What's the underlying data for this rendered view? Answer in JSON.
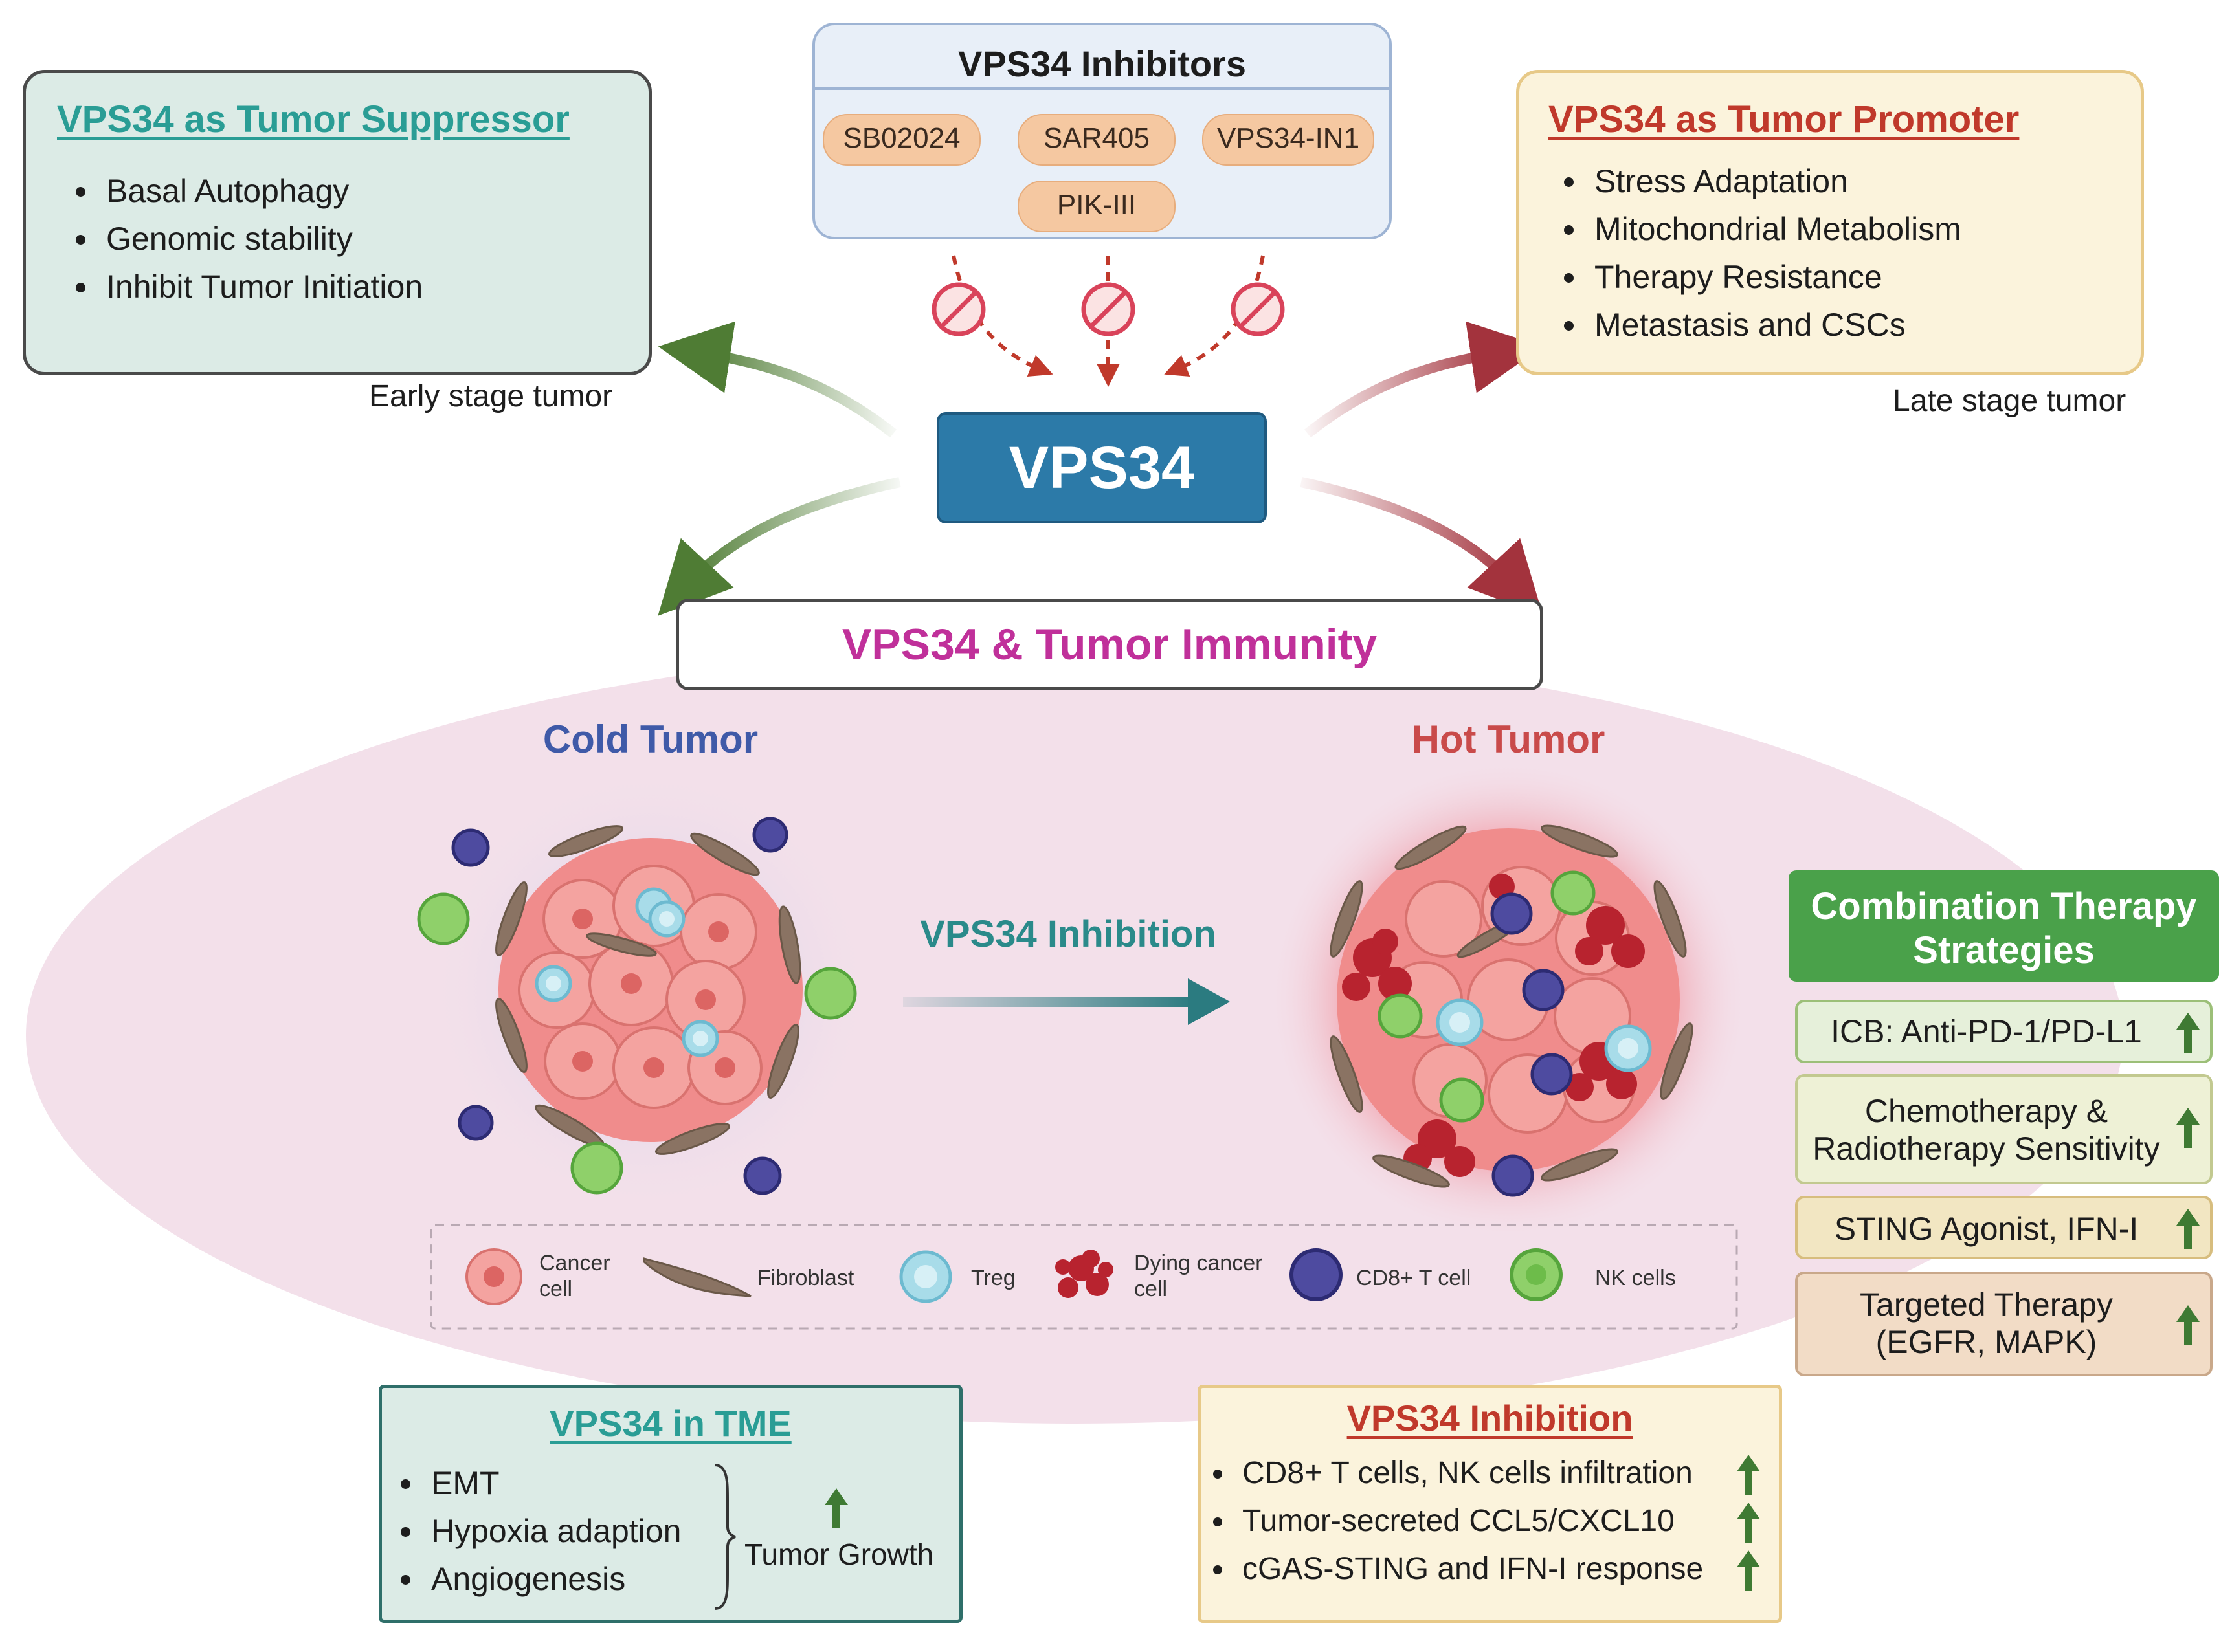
{
  "inhibitors": {
    "title": "VPS34 Inhibitors",
    "drugs": [
      "SB02024",
      "SAR405",
      "VPS34-IN1",
      "PIK-III"
    ]
  },
  "suppressor": {
    "title": "VPS34 as Tumor Suppressor",
    "items": [
      "Basal Autophagy",
      "Genomic stability",
      "Inhibit Tumor Initiation"
    ],
    "caption": "Early stage tumor"
  },
  "promoter": {
    "title": "VPS34 as Tumor Promoter",
    "items": [
      "Stress Adaptation",
      "Mitochondrial Metabolism",
      "Therapy Resistance",
      "Metastasis and CSCs"
    ],
    "caption": "Late stage tumor"
  },
  "center": {
    "label": "VPS34"
  },
  "immunity": {
    "title": "VPS34 & Tumor Immunity",
    "cold": "Cold Tumor",
    "hot": "Hot Tumor",
    "arrow_label": "VPS34 Inhibition"
  },
  "legend": [
    {
      "icon": "cancer-cell-icon",
      "label": "Cancer cell"
    },
    {
      "icon": "fibroblast-icon",
      "label": "Fibroblast"
    },
    {
      "icon": "treg-icon",
      "label": "Treg"
    },
    {
      "icon": "dying-cancer-cell-icon",
      "label": "Dying cancer cell"
    },
    {
      "icon": "cd8-t-cell-icon",
      "label": "CD8+ T cell"
    },
    {
      "icon": "nk-cell-icon",
      "label": "NK cells"
    }
  ],
  "combination": {
    "title": "Combination Therapy Strategies",
    "items": [
      {
        "text": "ICB: Anti-PD-1/PD-L1",
        "color": "#e6f0da"
      },
      {
        "text": "Chemotherapy & Radiotherapy Sensitivity",
        "color": "#eef1d6"
      },
      {
        "text": "STING Agonist, IFN-I",
        "color": "#f2e6c2"
      },
      {
        "text": "Targeted Therapy (EGFR, MAPK)",
        "color": "#f2dcc6"
      }
    ]
  },
  "tme": {
    "title": "VPS34 in TME",
    "items": [
      "EMT",
      "Hypoxia adaption",
      "Angiogenesis"
    ],
    "outcome": "Tumor Growth"
  },
  "inhibition": {
    "title": "VPS34 Inhibition",
    "items": [
      "CD8+ T cells, NK cells infiltration",
      "Tumor-secreted CCL5/CXCL10",
      "cGAS-STING and IFN-I response"
    ]
  },
  "colors": {
    "teal": "#2a9d95",
    "red": "#c0392b",
    "magenta": "#c0309a",
    "green_arrow": "#4f7c34",
    "dark_red_arrow": "#a3333d",
    "vps34_box": "#2c7aa8",
    "cold_blue": "#3f5aa8",
    "hot_red": "#c94a4a"
  }
}
